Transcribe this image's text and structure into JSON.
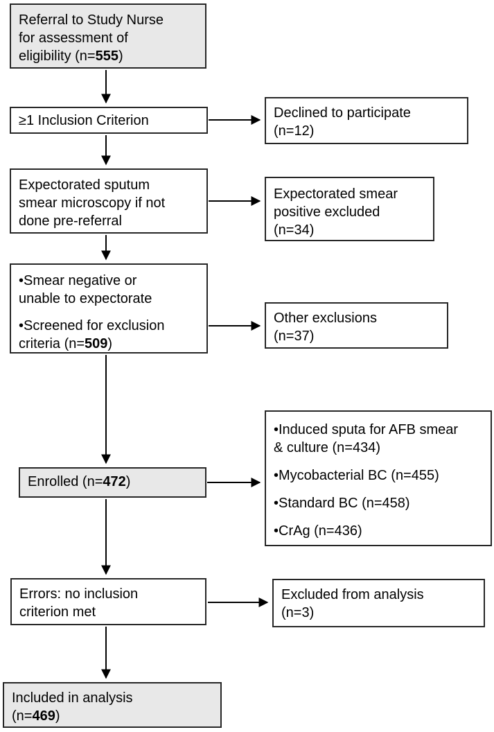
{
  "diagram_type": "study-flow-diagram",
  "colors": {
    "grey_box_fill": "#e8e8e8",
    "white_box_fill": "#ffffff",
    "border": "#262626",
    "arrow": "#000000",
    "text": "#000000"
  },
  "flow": {
    "referral": {
      "l1": "Referral to Study Nurse",
      "l2": "for assessment of",
      "l3a": "eligibility (n=",
      "n": "555",
      "l3b": ")"
    },
    "inclusion": {
      "l1": "≥1 Inclusion Criterion"
    },
    "sputum": {
      "l1": "Expectorated sputum",
      "l2": "smear microscopy if not",
      "l3": "done pre-referral"
    },
    "screened": {
      "b1l1": "•Smear negative or",
      "b1l2": "unable to expectorate",
      "b2l1": "•Screened for exclusion",
      "b2l2a": "criteria (n=",
      "n": "509",
      "b2l2b": ")"
    },
    "enrolled": {
      "l1a": "Enrolled (n=",
      "n": "472",
      "l1b": ")"
    },
    "errors": {
      "l1": "Errors: no inclusion",
      "l2": "criterion met"
    },
    "included": {
      "l1": "Included in analysis",
      "l2a": "(n=",
      "n": "469",
      "l2b": ")"
    }
  },
  "side": {
    "declined": {
      "l1": "Declined to participate",
      "l2": "(n=12)"
    },
    "smear_positive": {
      "l1": "Expectorated smear",
      "l2": "positive excluded",
      "l3": "(n=34)"
    },
    "other_exclusions": {
      "l1": "Other exclusions",
      "l2": "(n=37)"
    },
    "enrolled_tests": {
      "b1l1": "•Induced sputa for AFB smear",
      "b1l2": "& culture (n=434)",
      "b2": "•Mycobacterial BC (n=455)",
      "b3": "•Standard BC (n=458)",
      "b4": "•CrAg (n=436)"
    },
    "excluded_analysis": {
      "l1": "Excluded from analysis",
      "l2": "(n=3)"
    }
  }
}
